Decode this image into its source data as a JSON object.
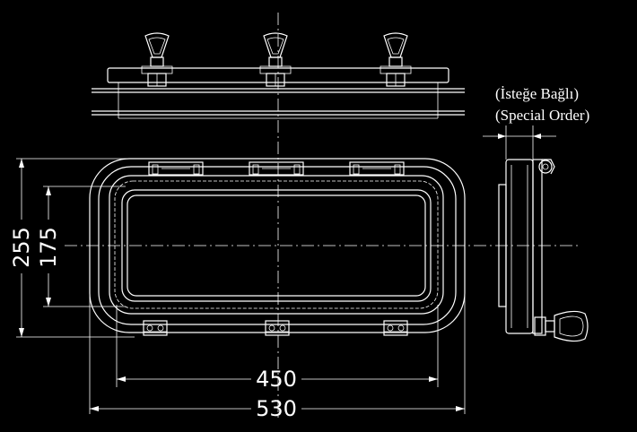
{
  "dimensions": {
    "overall_width": "530",
    "clear_width": "450",
    "overall_height": "255",
    "clear_height": "175"
  },
  "note": {
    "line1": "(İsteğe Bağlı)",
    "line2": "(Special Order)"
  },
  "colors": {
    "background": "#000000",
    "lines": "#ffffff"
  }
}
